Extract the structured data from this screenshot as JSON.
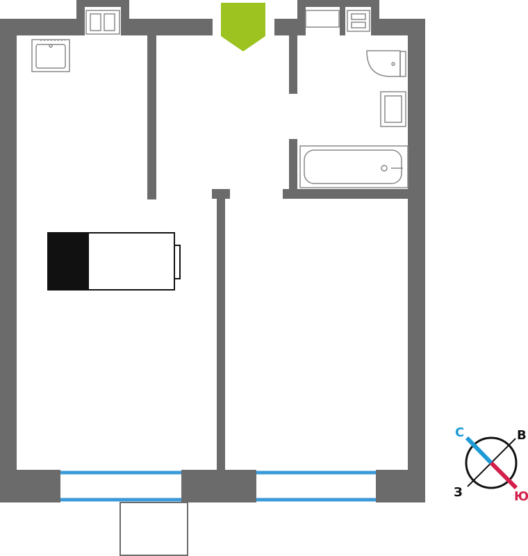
{
  "plan": {
    "entrance_label": "",
    "wc_label_line1": "",
    "wc_label_line2": "",
    "unit_number": "",
    "unit_type": "",
    "area_line1": "",
    "area_line2": "",
    "area_line3": ""
  },
  "compass": {
    "north": "С",
    "east": "В",
    "west": "З",
    "south": "Ю"
  },
  "colors": {
    "wall": "#6b6b6b",
    "window": "#3a9ad9",
    "entrance_arrow": "#9cc320",
    "compass_north": "#1e9ad6",
    "compass_south": "#d21f4b",
    "badge_dark": "#111111"
  }
}
